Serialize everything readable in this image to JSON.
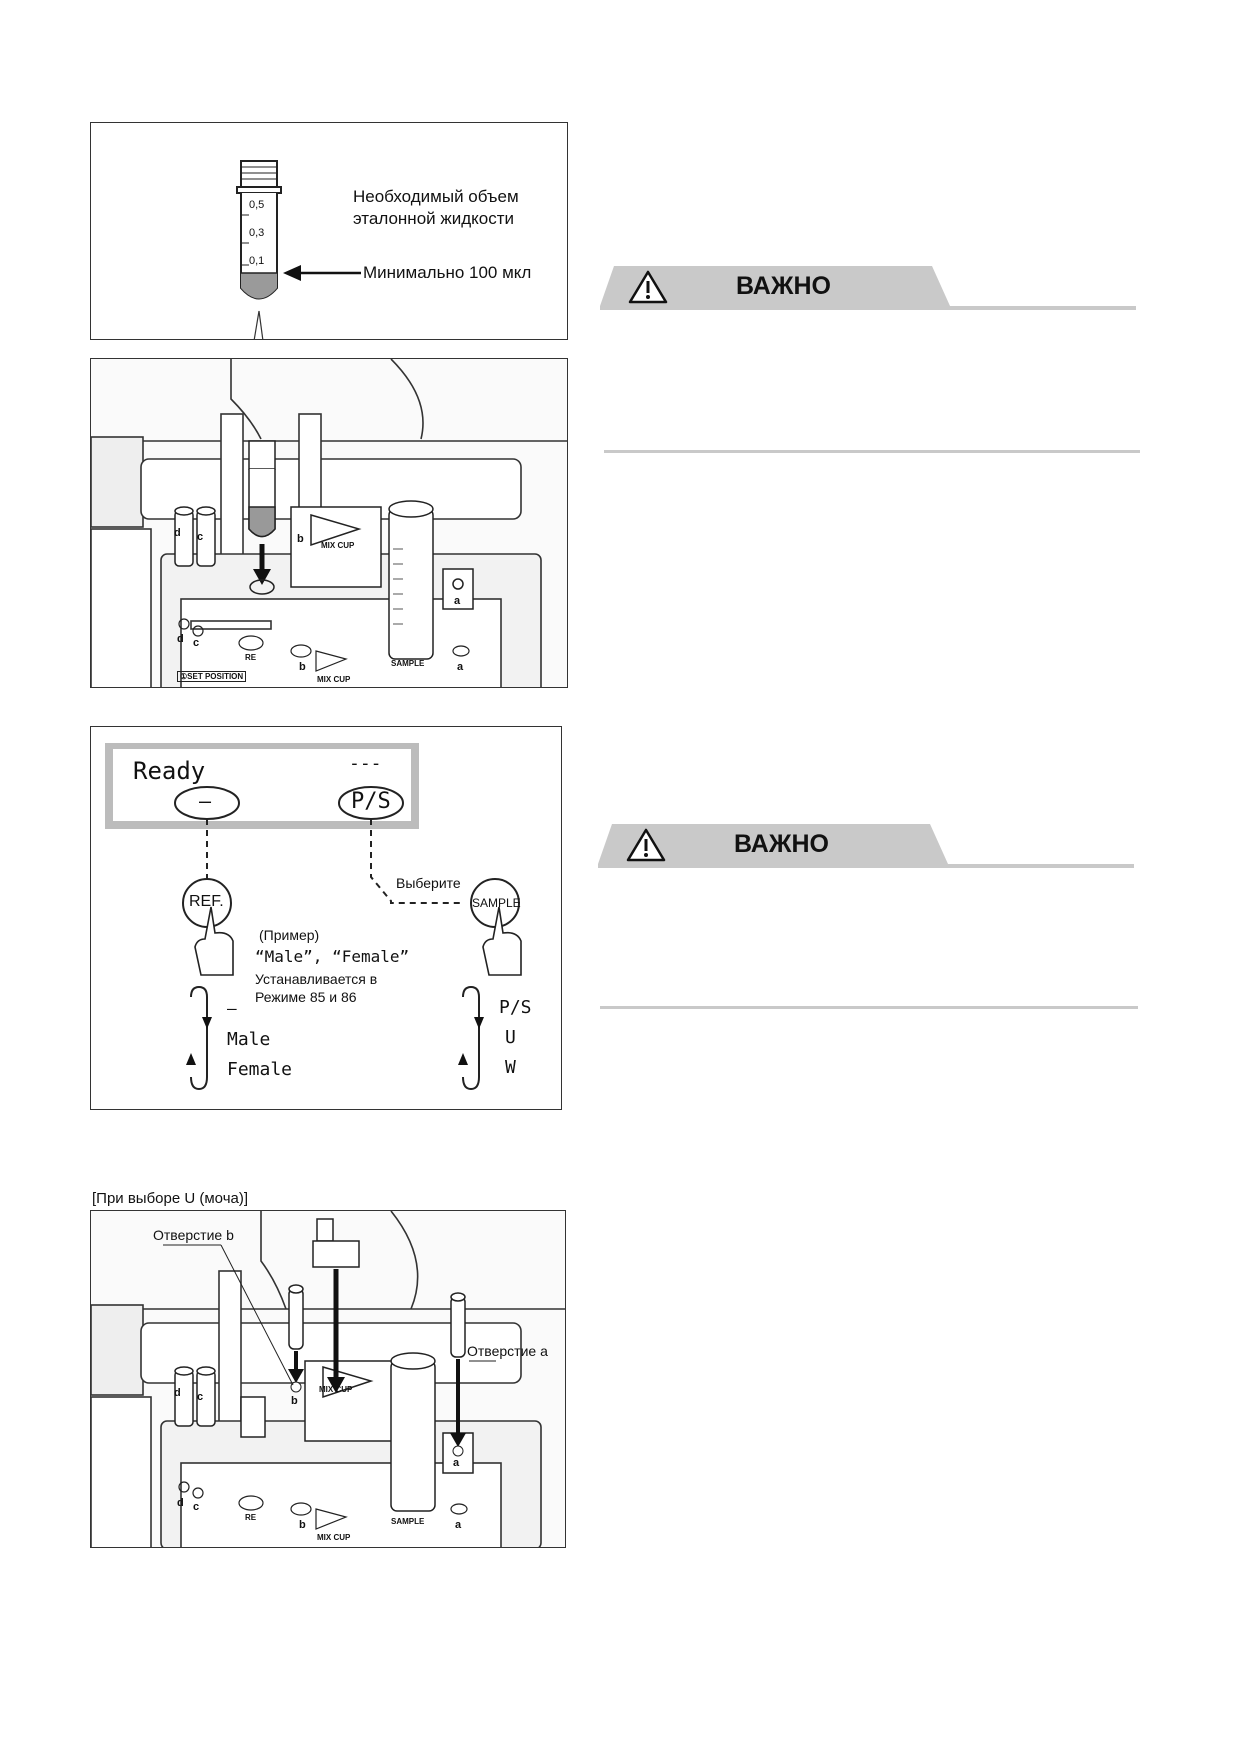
{
  "figure1": {
    "volume_title_line1": "Необходимый объем",
    "volume_title_line2": "эталонной жидкости",
    "min_label": "Минимально 100 мкл",
    "graduations": [
      "0,5",
      "0,3",
      "0,1"
    ],
    "labels": {
      "mix_cup": "MIX CUP",
      "sample": "SAMPLE",
      "set_position": "①SET POSITION",
      "re": "RE",
      "a": "a",
      "b": "b",
      "c": "c",
      "d": "d"
    }
  },
  "important_banner_1": {
    "label": "ВАЖНО"
  },
  "important_banner_2": {
    "label": "ВАЖНО"
  },
  "figure2": {
    "display_ready": "Ready",
    "display_dash": "—",
    "display_dashes": "---",
    "display_ps": "P/S",
    "ref_button": "REF.",
    "sample_button": "SAMPLE",
    "select_label": "Выберите",
    "example_label": "(Пример)",
    "example_values": "“Male”, “Female”",
    "mode_line1": "Устанавливается в",
    "mode_line2": "Режиме 85 и 86",
    "ref_cycle": [
      "–",
      "Male",
      "Female"
    ],
    "sample_cycle": [
      "P/S",
      "U",
      "W"
    ]
  },
  "figure3": {
    "caption": "[При выборе U (моча)]",
    "hole_b": "Отверстие b",
    "hole_a": "Отверстие a",
    "labels": {
      "mix_cup": "MIX CUP",
      "sample": "SAMPLE",
      "re": "RE",
      "a": "a",
      "b": "b",
      "c": "c",
      "d": "d"
    }
  }
}
